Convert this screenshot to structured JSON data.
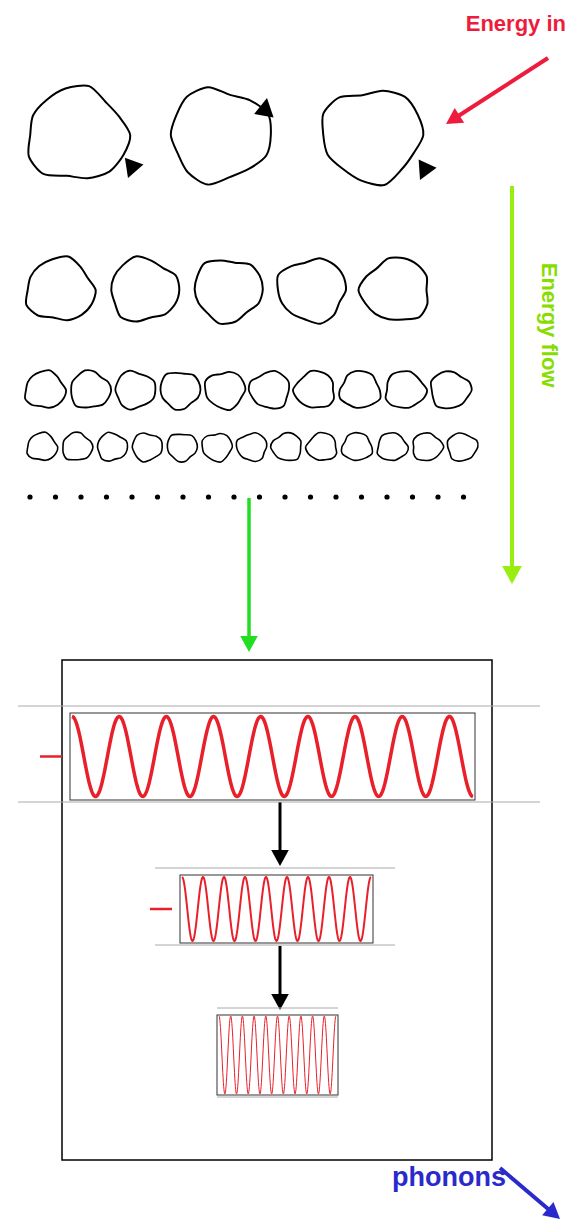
{
  "diagram": {
    "labels": [
      "Energy in",
      "Energy flow",
      "phonons"
    ]
  }
}
